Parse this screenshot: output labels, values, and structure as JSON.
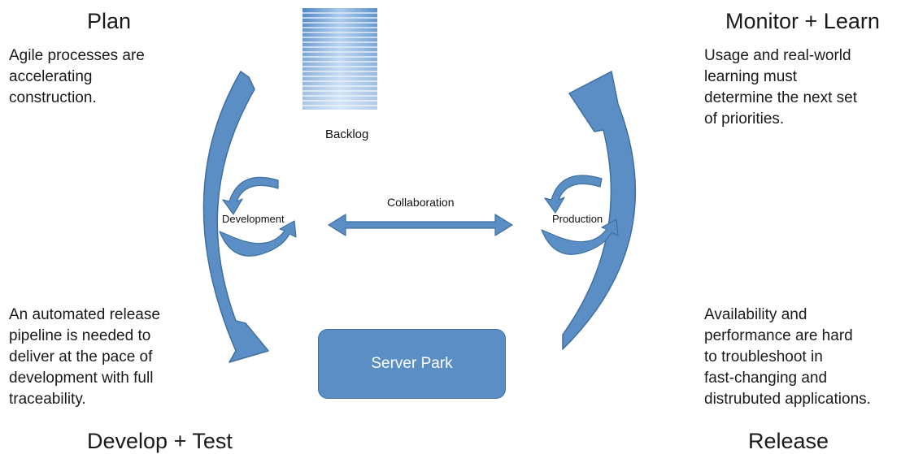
{
  "quadrants": {
    "plan": {
      "title": "Plan",
      "text": "Agile processes are\naccelerating\nconstruction."
    },
    "monitor": {
      "title": "Monitor + Learn",
      "text": "Usage and real-world\nlearning must\ndetermine the next set\nof priorities."
    },
    "develop": {
      "title": "Develop + Test",
      "text": "An automated release\npipeline is needed to\ndeliver at the pace of\ndevelopment with full\ntraceability."
    },
    "release": {
      "title": "Release",
      "text": "Availability and\nperformance are hard\nto troubleshoot in\nfast-changing and\ndistrubuted applications."
    }
  },
  "center": {
    "backlog_label": "Backlog",
    "development_label": "Development",
    "production_label": "Production",
    "collaboration_label": "Collaboration",
    "server_park_label": "Server Park"
  },
  "colors": {
    "arrow_fill": "#5b8ec5",
    "arrow_stroke": "#3f6f9f",
    "server_park": "#5b8ec5",
    "backlog_stack": "#6a9fd6"
  }
}
